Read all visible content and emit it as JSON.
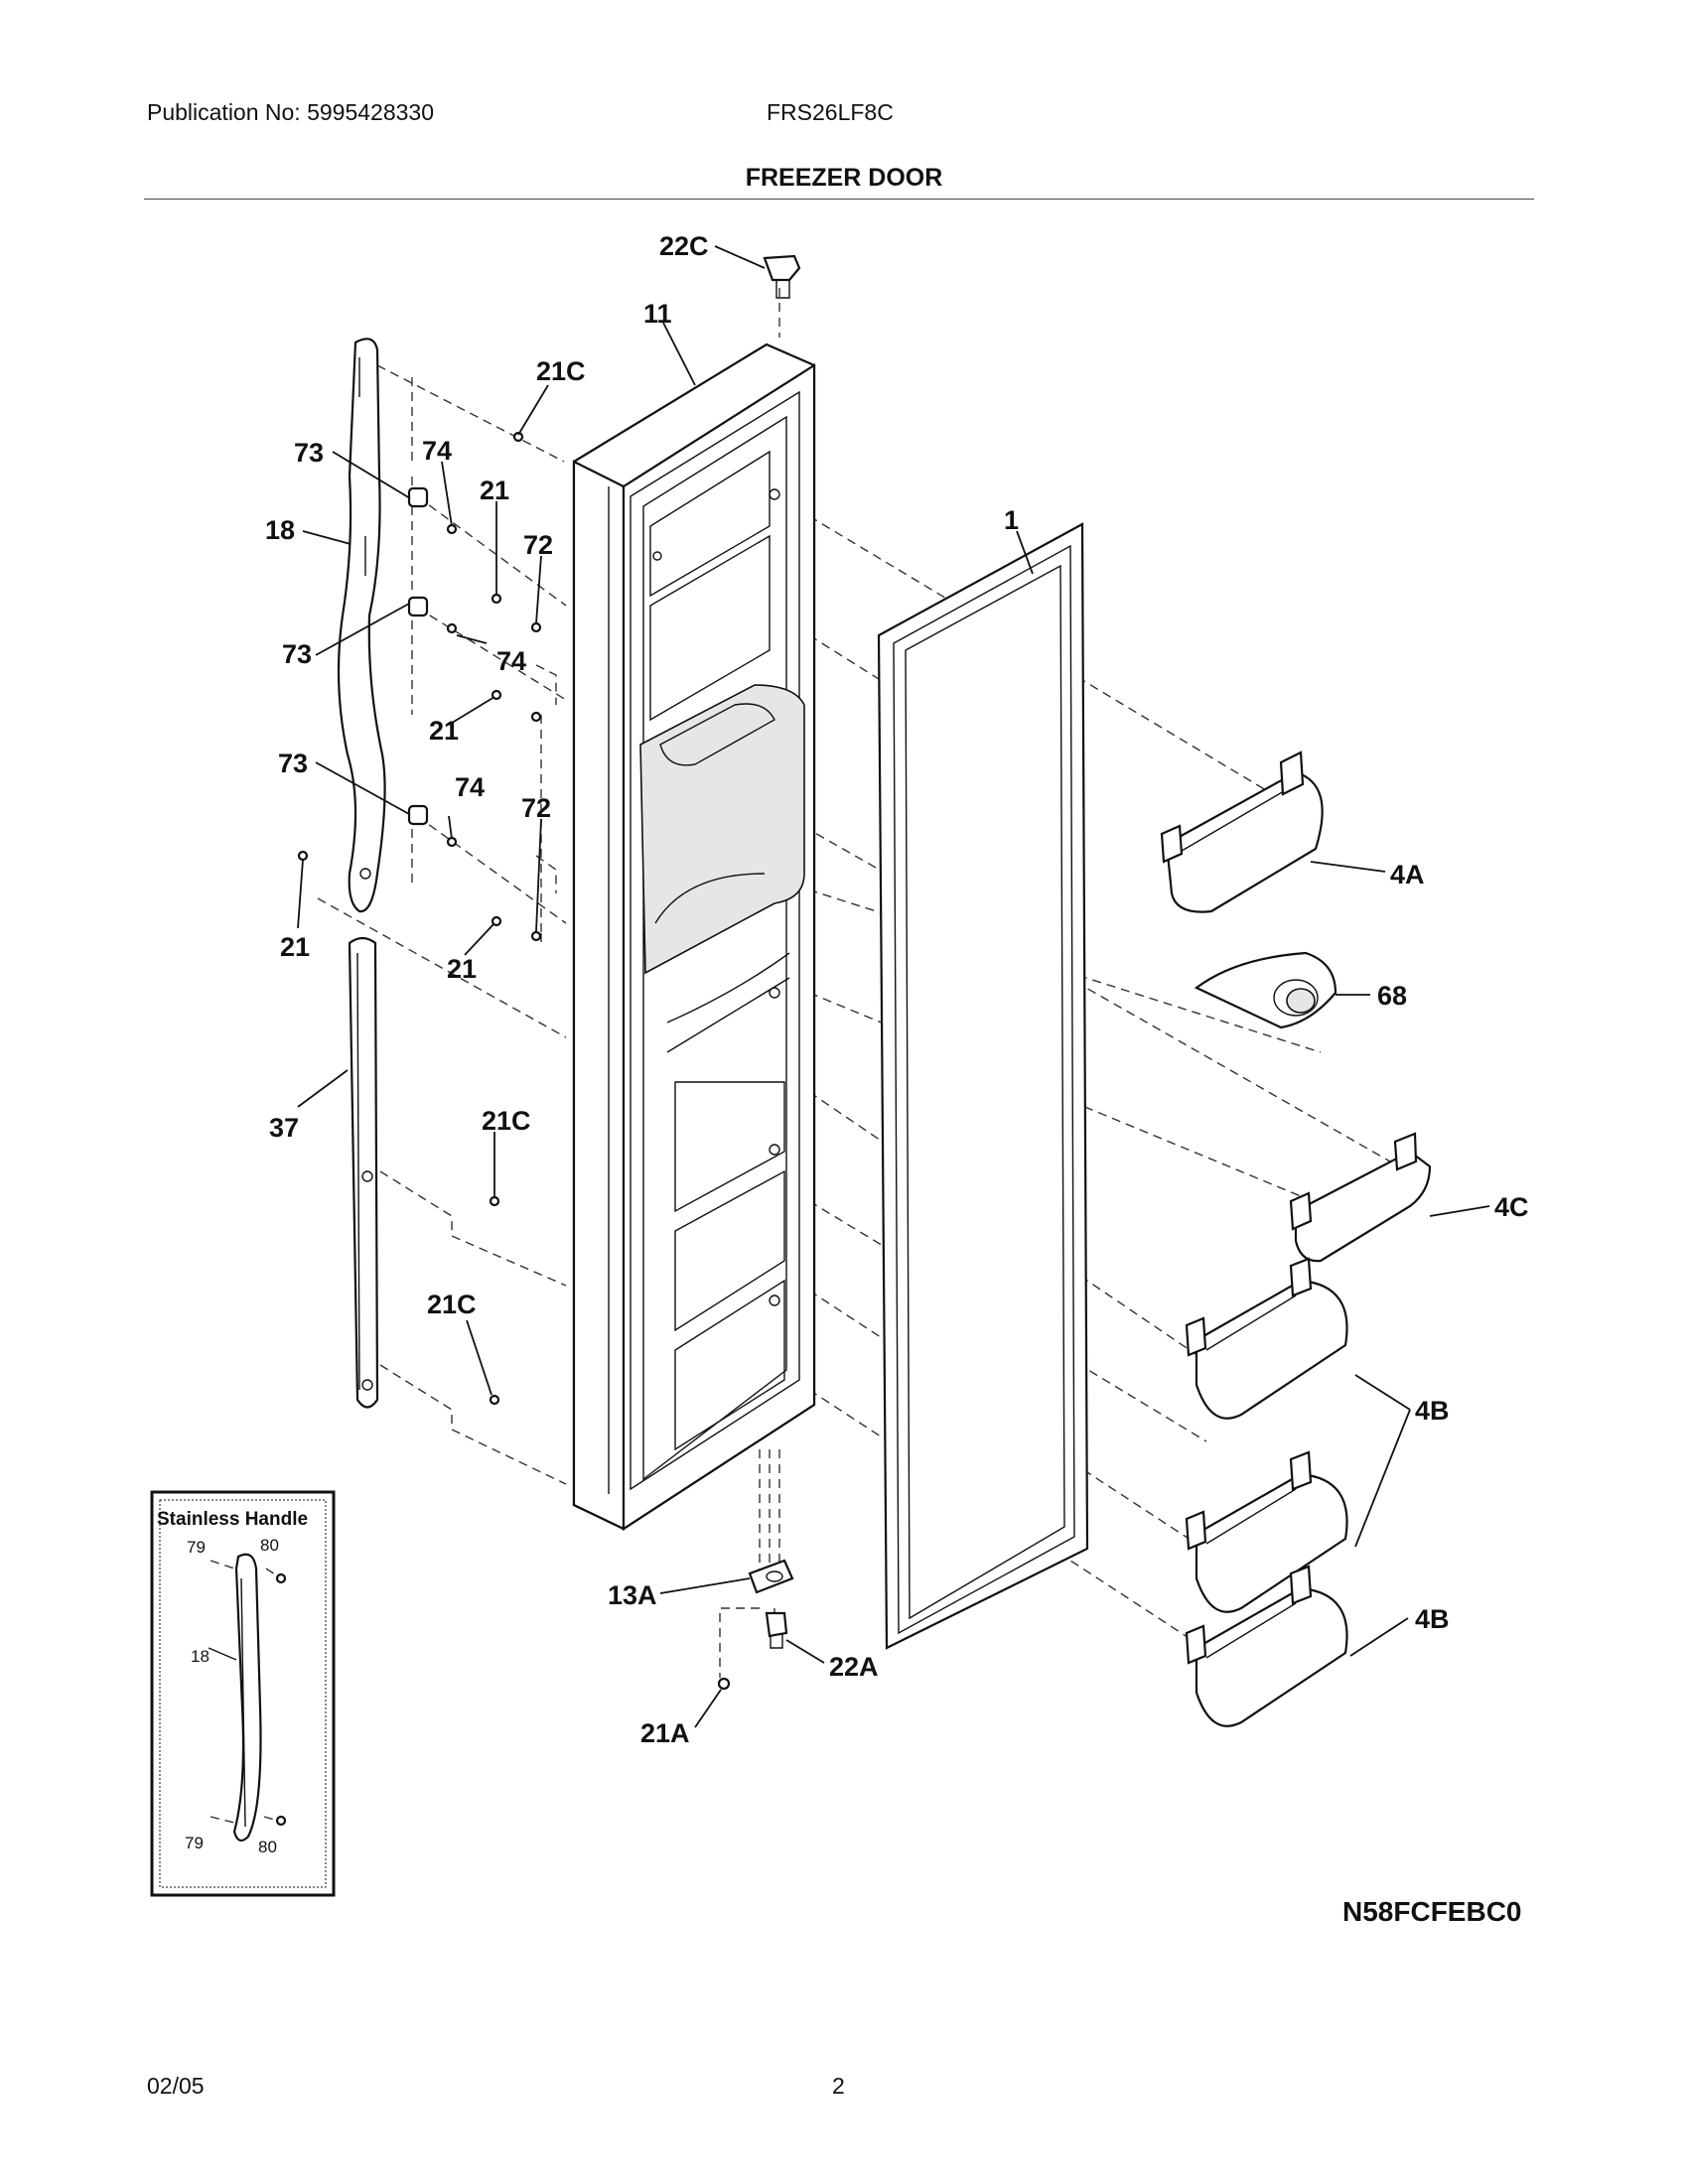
{
  "header": {
    "publication": "Publication No: 5995428330",
    "model": "FRS26LF8C",
    "section_title": "FREEZER DOOR"
  },
  "labels": {
    "p22C": "22C",
    "p11": "11",
    "p21C_a": "21C",
    "p73_a": "73",
    "p74_a": "74",
    "p21_a": "21",
    "p18": "18",
    "p72_a": "72",
    "p1": "1",
    "p73_b": "73",
    "p74_b": "74",
    "p21_b": "21",
    "p73_c": "73",
    "p74_c": "74",
    "p72_b": "72",
    "p4A": "4A",
    "p21_c": "21",
    "p21_d": "21",
    "p68": "68",
    "p37": "37",
    "p21C_b": "21C",
    "p4C": "4C",
    "p21C_c": "21C",
    "p4B_a": "4B",
    "p13A": "13A",
    "p22A": "22A",
    "p4B_b": "4B",
    "p21A": "21A"
  },
  "inset": {
    "title": "Stainless Handle",
    "l79_top": "79",
    "l80_top": "80",
    "l18": "18",
    "l79_bot": "79",
    "l80_bot": "80"
  },
  "footer": {
    "diagram_code": "N58FCFEBC0",
    "date": "02/05",
    "page": "2"
  }
}
